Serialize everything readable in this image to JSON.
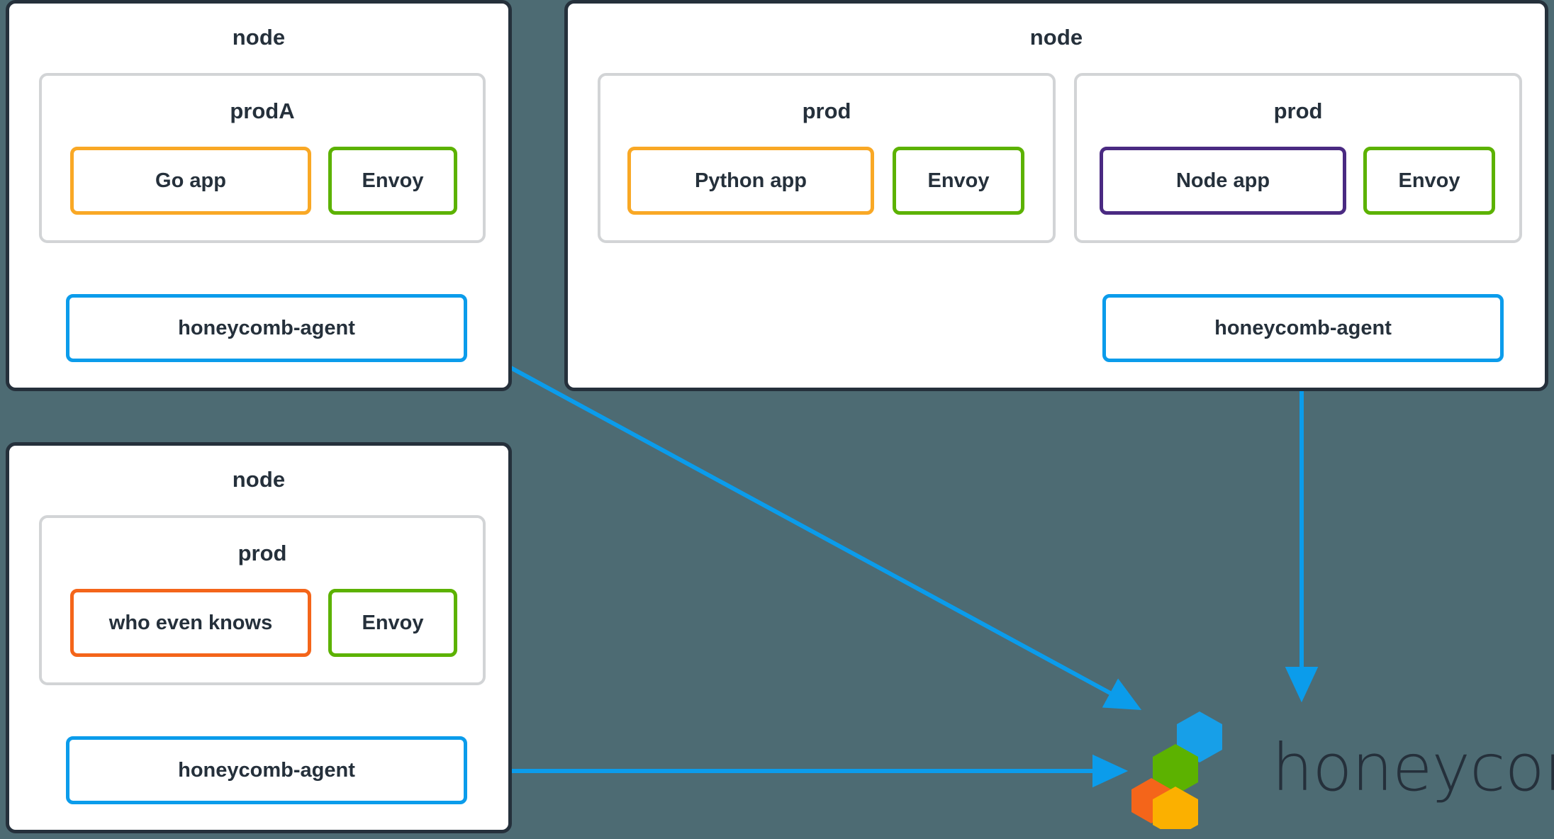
{
  "background_color": "#4d6b73",
  "palette": {
    "node_border": "#25303b",
    "namespace_border": "#d2d4d6",
    "app_orange": "#f9a825",
    "app_purple": "#4a2a82",
    "app_deeporange": "#f4651a",
    "envoy_green": "#5cb200",
    "agent_blue": "#0b9ceb",
    "text": "#25303b"
  },
  "nodes": [
    {
      "id": "node-top-left",
      "title": "node",
      "namespaces": [
        {
          "title": "prodA",
          "services": [
            {
              "label": "Go app",
              "color": "orange"
            },
            {
              "label": "Envoy",
              "color": "green"
            }
          ]
        }
      ],
      "agent": {
        "label": "honeycomb-agent",
        "color": "blue"
      }
    },
    {
      "id": "node-top-right",
      "title": "node",
      "namespaces": [
        {
          "title": "prod",
          "services": [
            {
              "label": "Python app",
              "color": "orange"
            },
            {
              "label": "Envoy",
              "color": "green"
            }
          ]
        },
        {
          "title": "prod",
          "services": [
            {
              "label": "Node app",
              "color": "purple"
            },
            {
              "label": "Envoy",
              "color": "green"
            }
          ]
        }
      ],
      "agent": {
        "label": "honeycomb-agent",
        "color": "blue"
      }
    },
    {
      "id": "node-bottom-left",
      "title": "node",
      "namespaces": [
        {
          "title": "prod",
          "services": [
            {
              "label": "who even knows",
              "color": "deeporange"
            },
            {
              "label": "Envoy",
              "color": "green"
            }
          ]
        }
      ],
      "agent": {
        "label": "honeycomb-agent",
        "color": "blue"
      }
    }
  ],
  "logo": {
    "wordmark": "honeycomb.io",
    "hex_colors": {
      "blue": "#179fe8",
      "green": "#5cb200",
      "orange": "#f4651a",
      "yellow": "#fbb000"
    }
  },
  "connections": [
    {
      "from": "envoy-prodA",
      "to": "agent-top-left",
      "color": "#5cb200",
      "kind": "vertical-arrow"
    },
    {
      "from": "envoy-python",
      "to": "agent-top-right",
      "color": "#5cb200",
      "kind": "elbow-arrow"
    },
    {
      "from": "envoy-node-app",
      "to": "agent-top-right",
      "color": "#5cb200",
      "kind": "vertical-arrow"
    },
    {
      "from": "envoy-who-even-knows",
      "to": "agent-bottom-left",
      "color": "#5cb200",
      "kind": "vertical-arrow"
    },
    {
      "from": "agent-top-left",
      "to": "honeycomb-logo",
      "color": "#0b9ceb",
      "kind": "diagonal-arrow"
    },
    {
      "from": "agent-top-right",
      "to": "honeycomb-logo",
      "color": "#0b9ceb",
      "kind": "vertical-arrow"
    },
    {
      "from": "agent-bottom-left",
      "to": "honeycomb-logo",
      "color": "#0b9ceb",
      "kind": "horizontal-arrow"
    }
  ]
}
